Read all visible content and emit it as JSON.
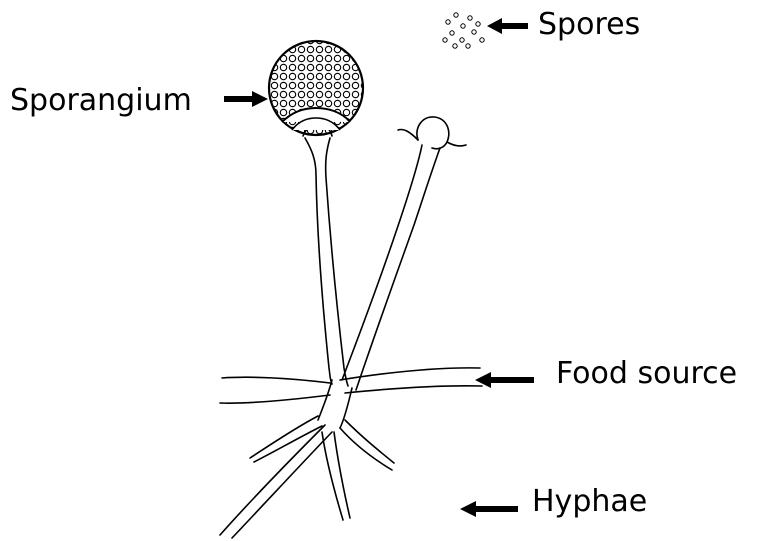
{
  "labels": {
    "spores": "Spores",
    "sporangium": "Sporangium",
    "food_source": "Food source",
    "hyphae": "Hyphae"
  }
}
